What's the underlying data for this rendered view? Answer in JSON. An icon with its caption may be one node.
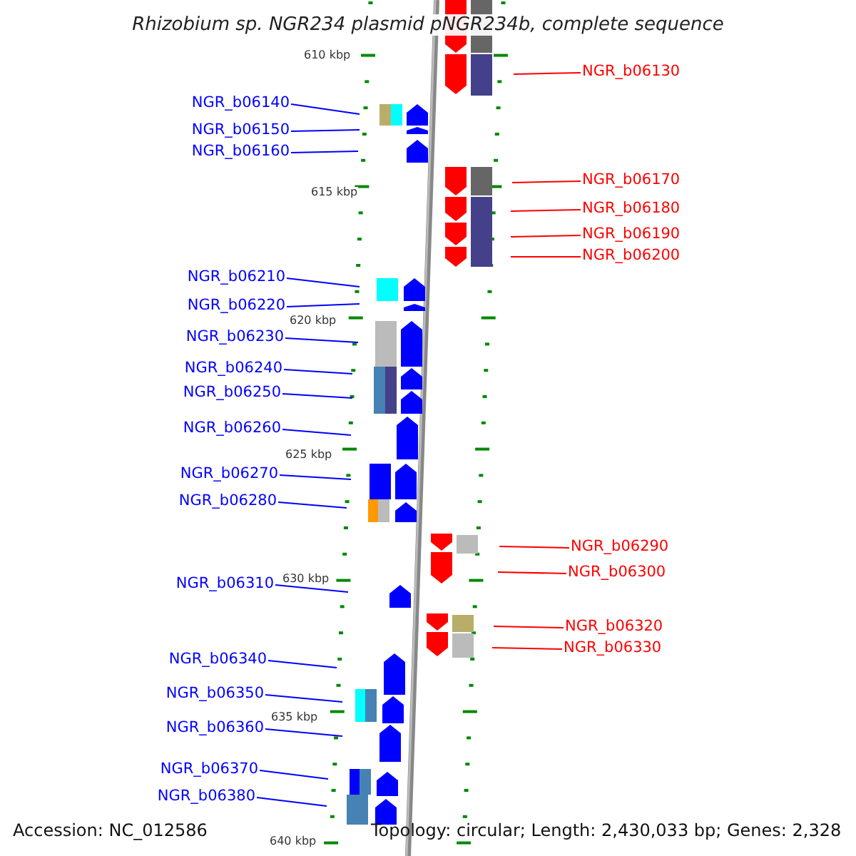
{
  "diagram": {
    "title": "Rhizobium sp. NGR234 plasmid pNGR234b, complete sequence",
    "nodes": [
      {
        "text": [
          "NGR_b06130"
        ]
      },
      {
        "text": [
          "NGR_b06140"
        ]
      },
      {
        "text": [
          "NGR_b06150"
        ]
      },
      {
        "text": [
          "NGR_b06160"
        ]
      },
      {
        "text": [
          "NGR_b06170"
        ]
      },
      {
        "text": [
          "NGR_b06180"
        ]
      },
      {
        "text": [
          "NGR_b06190"
        ]
      },
      {
        "text": [
          "NGR_b06200"
        ]
      },
      {
        "text": [
          "NGR_b06210"
        ]
      },
      {
        "text": [
          "NGR_b06220"
        ]
      },
      {
        "text": [
          "NGR_b06230"
        ]
      },
      {
        "text": [
          "NGR_b06240"
        ]
      },
      {
        "text": [
          "NGR_b06250"
        ]
      },
      {
        "text": [
          "NGR_b06260"
        ]
      },
      {
        "text": [
          "NGR_b06270"
        ]
      },
      {
        "text": [
          "NGR_b06280"
        ]
      },
      {
        "text": [
          "NGR_b06290"
        ]
      },
      {
        "text": [
          "NGR_b06300"
        ]
      },
      {
        "text": [
          "NGR_b06310"
        ]
      },
      {
        "text": [
          "NGR_b06320"
        ]
      },
      {
        "text": [
          "NGR_b06330"
        ]
      },
      {
        "text": [
          "NGR_b06340"
        ]
      },
      {
        "text": [
          "NGR_b06350"
        ]
      },
      {
        "text": [
          "NGR_b06360"
        ]
      },
      {
        "text": [
          "NGR_b06370"
        ]
      },
      {
        "text": [
          "NGR_b06380"
        ]
      }
    ],
    "edges": [
      {
        "from": 0,
        "to": null,
        "arrow": "none",
        "color": "#ff0000"
      },
      {
        "from": 1,
        "to": null,
        "arrow": "none"
      },
      {
        "from": 2,
        "to": null,
        "arrow": "none"
      },
      {
        "from": 3,
        "to": null,
        "arrow": "none"
      },
      {
        "from": 4,
        "to": null,
        "arrow": "none",
        "color": "#ff0000"
      },
      {
        "from": 5,
        "to": null,
        "arrow": "none",
        "color": "#ff0000"
      },
      {
        "from": 6,
        "to": null,
        "arrow": "none",
        "color": "#ff0000"
      },
      {
        "from": 7,
        "to": null,
        "arrow": "none",
        "color": "#ff0000"
      },
      {
        "from": 8,
        "to": null,
        "arrow": "none"
      },
      {
        "from": 9,
        "to": null,
        "arrow": "none"
      },
      {
        "from": 10,
        "to": null,
        "arrow": "none"
      },
      {
        "from": 11,
        "to": null,
        "arrow": "none"
      },
      {
        "from": 12,
        "to": null,
        "arrow": "none"
      },
      {
        "from": 13,
        "to": null,
        "arrow": "none"
      },
      {
        "from": 14,
        "to": null,
        "arrow": "none"
      },
      {
        "from": 15,
        "to": null,
        "arrow": "none"
      },
      {
        "from": 16,
        "to": null,
        "arrow": "none",
        "color": "#ff0000"
      },
      {
        "from": 17,
        "to": null,
        "arrow": "none",
        "color": "#ff0000"
      },
      {
        "from": 18,
        "to": null,
        "arrow": "none"
      },
      {
        "from": 19,
        "to": null,
        "arrow": "none",
        "color": "#ff0000"
      },
      {
        "from": 20,
        "to": null,
        "arrow": "none",
        "color": "#ff0000"
      },
      {
        "from": 21,
        "to": null,
        "arrow": "none"
      },
      {
        "from": 22,
        "to": null,
        "arrow": "none"
      },
      {
        "from": 23,
        "to": null,
        "arrow": "none"
      },
      {
        "from": 24,
        "to": null,
        "arrow": "none"
      },
      {
        "from": 25,
        "to": null,
        "arrow": "none"
      }
    ],
    "labels": [
      "610 kbp",
      "615 kbp",
      "620 kbp",
      "625 kbp",
      "630 kbp",
      "635 kbp",
      "640 kbp",
      "Accession: NC_012586",
      "Topology: circular; Length: 2,430,033 bp; Genes: 2,328"
    ]
  }
}
